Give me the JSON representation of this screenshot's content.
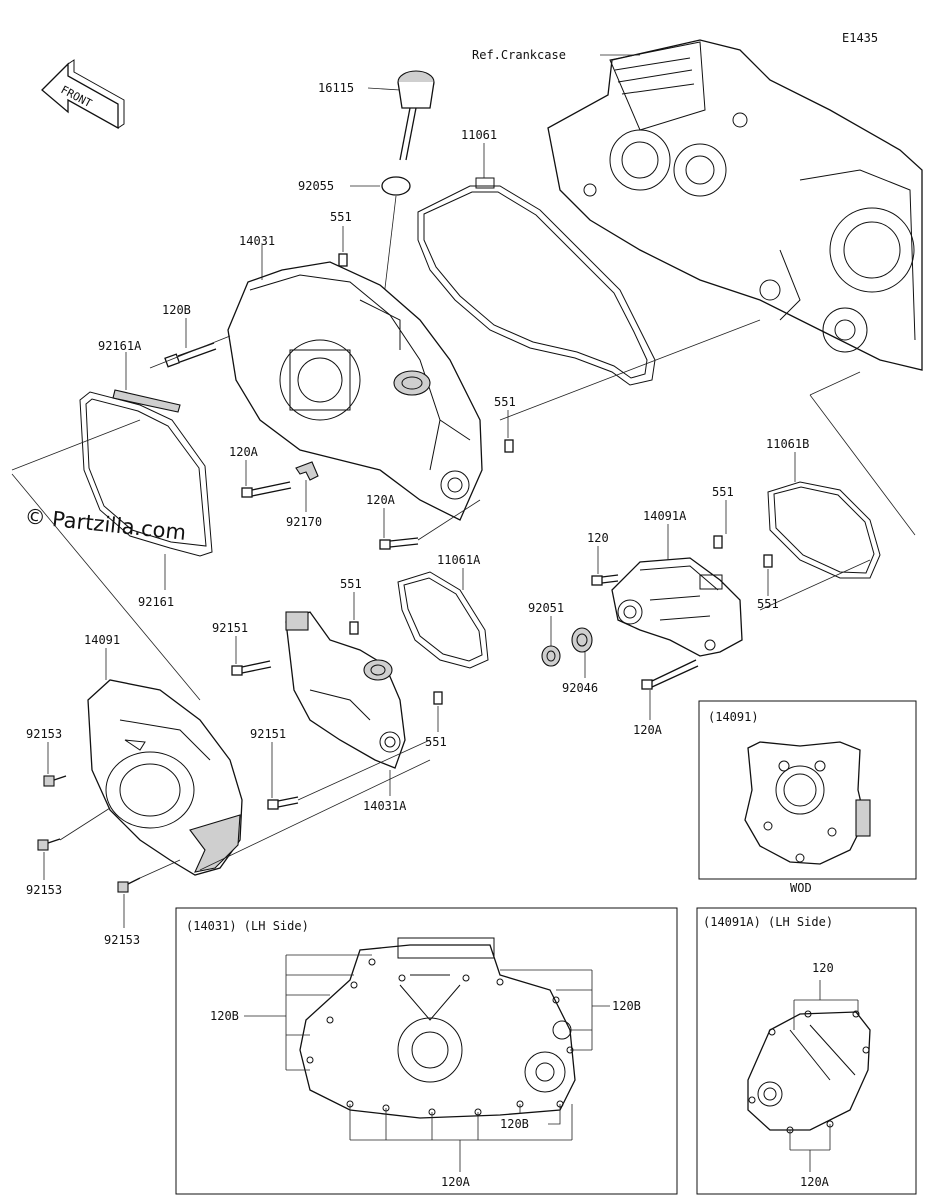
{
  "diagram": {
    "code": "E1435",
    "front_label": "FRONT",
    "ref_label": "Ref.Crankcase",
    "watermark": "© Partzilla.com",
    "wod_label": "WOD",
    "labels": {
      "p16115": "16115",
      "p92055": "92055",
      "p11061": "11061",
      "p14031": "14031",
      "p551a": "551",
      "p120b": "120B",
      "p92161a": "92161A",
      "p551b": "551",
      "p120a_1": "120A",
      "p92170": "92170",
      "p120a_2": "120A",
      "p11061b": "11061B",
      "p551c": "551",
      "p14091a": "14091A",
      "p120": "120",
      "p92051": "92051",
      "p92046": "92046",
      "p551d": "551",
      "p120a_3": "120A",
      "p92161": "92161",
      "p11061a": "11061A",
      "p551e": "551",
      "p92151a": "92151",
      "p14091": "14091",
      "p92151b": "92151",
      "p551f": "551",
      "p14031a": "14031A",
      "p92153a": "92153",
      "p92153b": "92153",
      "p92153c": "92153"
    },
    "insets": {
      "wod": {
        "title": "(14091)"
      },
      "lh14031": {
        "title": "(14031) (LH Side)",
        "label_120b_left": "120B",
        "label_120b_right": "120B",
        "label_120b_bottom": "120B",
        "label_120a": "120A"
      },
      "lh14091a": {
        "title": "(14091A) (LH Side)",
        "label_120": "120",
        "label_120a": "120A"
      }
    }
  }
}
